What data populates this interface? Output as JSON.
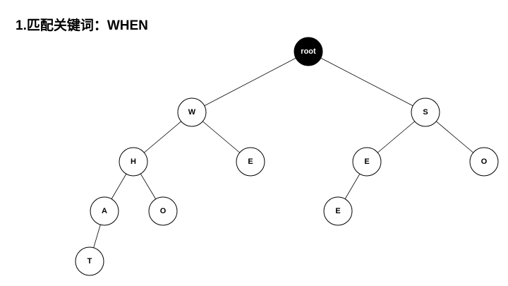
{
  "title": "1.匹配关键词：WHEN",
  "tree": {
    "nodes": [
      {
        "id": "root",
        "label": "root",
        "root": true
      },
      {
        "id": "w",
        "label": "W"
      },
      {
        "id": "s",
        "label": "S"
      },
      {
        "id": "w-h",
        "label": "H"
      },
      {
        "id": "w-e",
        "label": "E"
      },
      {
        "id": "s-e",
        "label": "E"
      },
      {
        "id": "s-o",
        "label": "O"
      },
      {
        "id": "w-h-a",
        "label": "A"
      },
      {
        "id": "w-h-o",
        "label": "O"
      },
      {
        "id": "s-e-e",
        "label": "E"
      },
      {
        "id": "w-h-a-t",
        "label": "T"
      }
    ],
    "edges": [
      [
        "root",
        "w"
      ],
      [
        "root",
        "s"
      ],
      [
        "w",
        "w-h"
      ],
      [
        "w",
        "w-e"
      ],
      [
        "s",
        "s-e"
      ],
      [
        "s",
        "s-o"
      ],
      [
        "w-h",
        "w-h-a"
      ],
      [
        "w-h",
        "w-h-o"
      ],
      [
        "s-e",
        "s-e-e"
      ],
      [
        "w-h-a",
        "w-h-a-t"
      ]
    ]
  }
}
